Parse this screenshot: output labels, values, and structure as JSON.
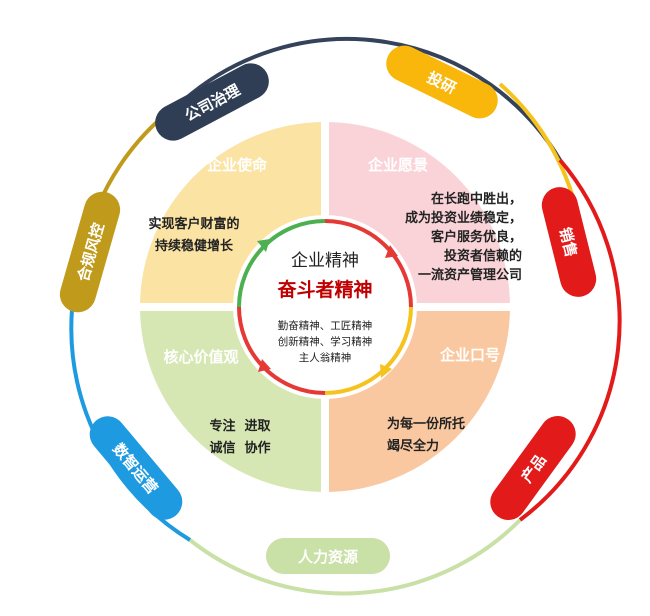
{
  "colors": {
    "mission": "#fbe3a3",
    "vision": "#f9d3d8",
    "values": "#d6e7b4",
    "slogan": "#f9c8a0",
    "ring_green": "#4caf50",
    "ring_red": "#e53935",
    "ring_yellow": "#f6c21e",
    "pill_governance": "#2f3e55",
    "pill_research": "#f9b70c",
    "pill_sales": "#e21a1a",
    "pill_product": "#e21a1a",
    "pill_hr": "#c9e0a6",
    "pill_digital": "#1e9be0",
    "pill_compliance": "#c09a1b"
  },
  "quadrants": {
    "mission": {
      "title": "企业使命",
      "lines": [
        "实现客户财富的",
        "持续稳健增长"
      ]
    },
    "vision": {
      "title": "企业愿景",
      "lines": [
        "在长跑中胜出，",
        "成为投资业绩稳定，",
        "客户服务优良，",
        "投资者信赖的",
        "一流资产管理公司"
      ]
    },
    "values": {
      "title": "核心价值观",
      "lines": [
        "专注  进取",
        "诚信  协作"
      ]
    },
    "slogan": {
      "title": "企业口号",
      "lines": [
        "为每一份所托",
        "竭尽全力"
      ]
    }
  },
  "center": {
    "title": "企业精神",
    "main": "奋斗者精神",
    "lines": [
      "勤奋精神、工匠精神",
      "创新精神、学习精神",
      "主人翁精神"
    ]
  },
  "pills": {
    "governance": "公司治理",
    "research": "投研",
    "sales": "销售",
    "product": "产品",
    "hr": "人力资源",
    "digital": "数智运营",
    "compliance": "合规风控"
  }
}
